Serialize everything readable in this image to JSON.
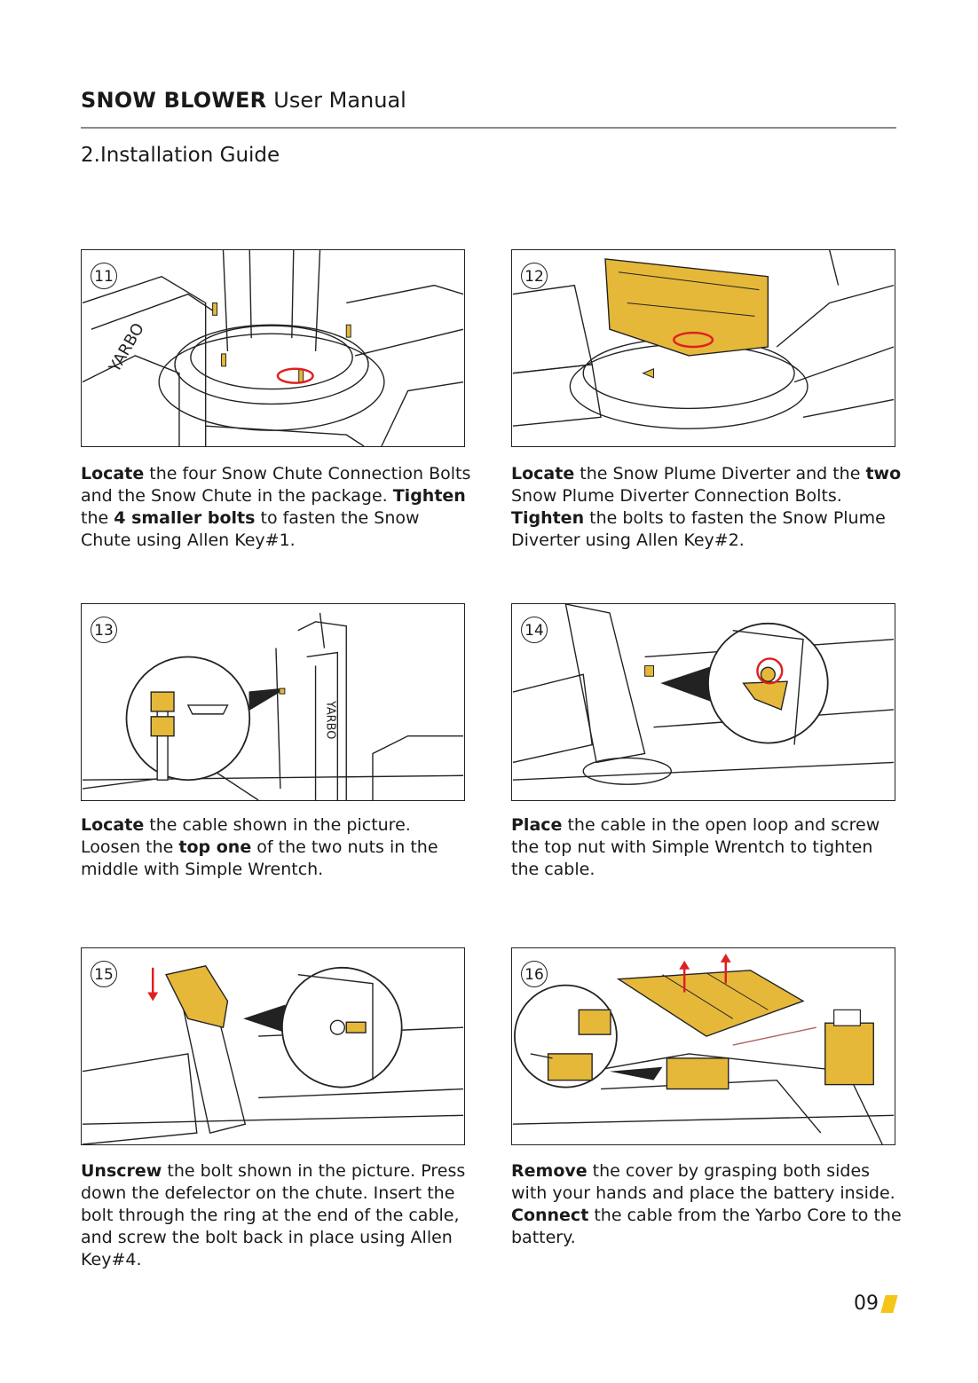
{
  "header": {
    "brand": "SNOW BLOWER",
    "subtitle": "User Manual"
  },
  "section_title": "2.Installation Guide",
  "accent_color": "#f5c518",
  "steps": [
    {
      "number": "11",
      "segments": [
        {
          "t": "Locate",
          "b": true
        },
        {
          "t": " the four Snow Chute Connection Bolts and the Snow Chute in the package. ",
          "b": false
        },
        {
          "t": "Tighten",
          "b": true
        },
        {
          "t": " the ",
          "b": false
        },
        {
          "t": "4 smaller bolts",
          "b": true
        },
        {
          "t": " to fasten the Snow Chute using Allen Key#1.",
          "b": false
        }
      ]
    },
    {
      "number": "12",
      "segments": [
        {
          "t": "Locate",
          "b": true
        },
        {
          "t": " the Snow Plume Diverter and the ",
          "b": false
        },
        {
          "t": "two",
          "b": true
        },
        {
          "t": " Snow Plume Diverter Connection Bolts. ",
          "b": false
        },
        {
          "t": "Tighten",
          "b": true
        },
        {
          "t": " the bolts to fasten the Snow Plume Diverter using Allen Key#2.",
          "b": false
        }
      ]
    },
    {
      "number": "13",
      "segments": [
        {
          "t": "Locate",
          "b": true
        },
        {
          "t": " the cable shown in the picture. Loosen the ",
          "b": false
        },
        {
          "t": "top one",
          "b": true
        },
        {
          "t": " of the two nuts in the middle with Simple Wrentch.",
          "b": false
        }
      ]
    },
    {
      "number": "14",
      "segments": [
        {
          "t": "Place",
          "b": true
        },
        {
          "t": " the cable in the open loop and screw the top nut with Simple Wrentch to tighten the cable.",
          "b": false
        }
      ]
    },
    {
      "number": "15",
      "segments": [
        {
          "t": "Unscrew",
          "b": true
        },
        {
          "t": " the bolt shown in the picture. Press down the defelector on the chute. Insert the bolt through the ring at the end of the cable, and screw the bolt back in place using Allen Key#4.",
          "b": false
        }
      ]
    },
    {
      "number": "16",
      "segments": [
        {
          "t": "Remove",
          "b": true
        },
        {
          "t": " the cover by grasping both sides with your hands and place the battery inside. ",
          "b": false
        },
        {
          "t": "Connect",
          "b": true
        },
        {
          "t": " the cable from the Yarbo Core to the battery.",
          "b": false
        }
      ]
    }
  ],
  "page_number": "09"
}
